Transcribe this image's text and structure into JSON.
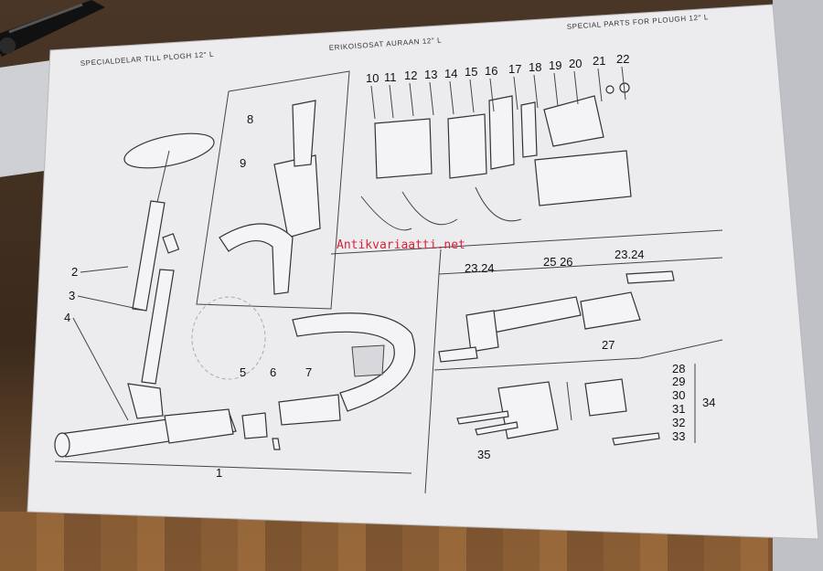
{
  "header": {
    "left_title": "SPECIALDELAR TILL PLOGH 12\" L",
    "center_title": "ERIKOISOSAT AURAAN 12\" L",
    "right_title": "SPECIAL PARTS FOR PLOUGH 12\" L"
  },
  "watermark": "Antikvariaatti.net",
  "callouts_top": [
    "10",
    "11",
    "12",
    "13",
    "14",
    "15",
    "16",
    "17",
    "18",
    "19",
    "20",
    "21",
    "22"
  ],
  "callouts_left": {
    "n2": "2",
    "n3": "3",
    "n4": "4",
    "n5": "5",
    "n6": "6",
    "n7": "7",
    "n8": "8",
    "n9": "9",
    "n1": "1"
  },
  "callouts_right_top": {
    "a": "23.24",
    "b": "25 26",
    "c": "23.24",
    "d": "27"
  },
  "callouts_right_bottom": {
    "n28": "28",
    "n29": "29",
    "n30": "30",
    "n31": "31",
    "n32": "32",
    "n33": "33",
    "n34": "34",
    "n35": "35"
  }
}
